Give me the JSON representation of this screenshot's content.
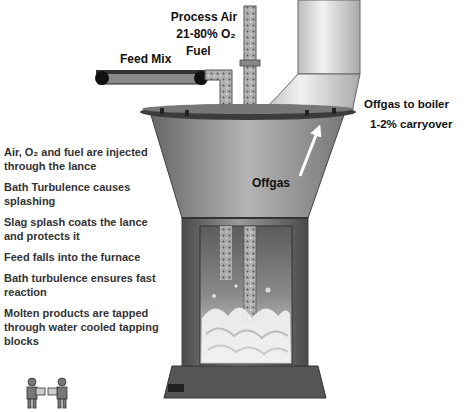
{
  "diagram": {
    "labels": [
      "Feed Mix",
      "Process Air",
      "21-80% O₂",
      "Fuel",
      "Offgas to boiler",
      "1-2% carryover",
      "Offgas",
      "Air, O₂ and fuel are injected through the lance",
      "Bath Turbulence causes splashing",
      "Slag splash coats the lance and protects it",
      "Feed falls into the furnace",
      "Bath turbulence ensures fast reaction",
      "Molten products are tapped through water cooled tapping blocks"
    ]
  }
}
